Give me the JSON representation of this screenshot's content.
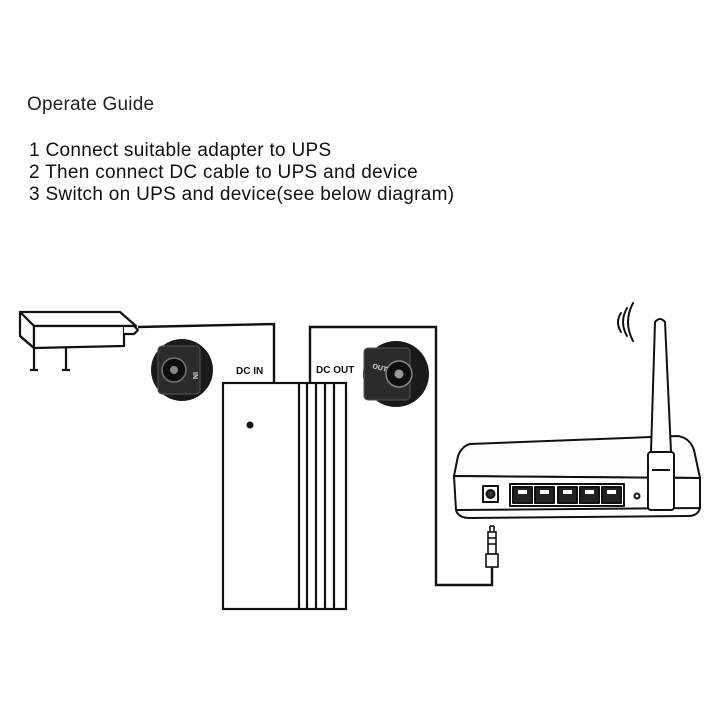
{
  "guide": {
    "title": "Operate Guide",
    "steps": [
      "1 Connect suitable adapter to UPS",
      "2 Then connect DC cable to UPS and device",
      "3 Switch on UPS and device(see below diagram)"
    ]
  },
  "diagram": {
    "dc_in_label": "DC IN",
    "dc_out_label": "DC OUT",
    "in_port_label": "IN",
    "out_port_label": "OUT"
  }
}
